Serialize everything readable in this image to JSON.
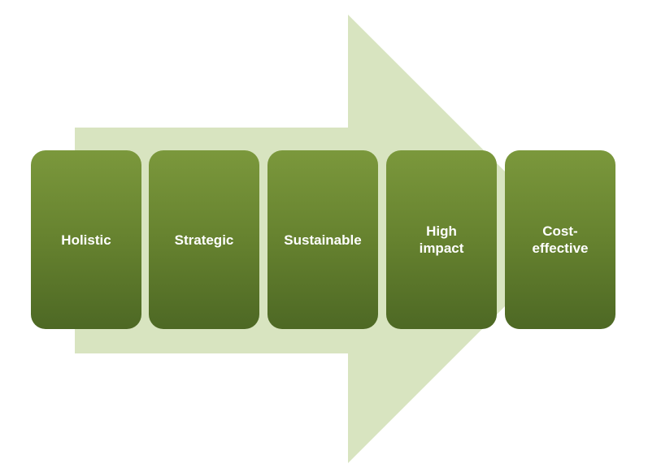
{
  "diagram": {
    "steps": [
      {
        "label": "Holistic"
      },
      {
        "label": "Strategic"
      },
      {
        "label": "Sustainable"
      },
      {
        "label": "High impact"
      },
      {
        "label": "Cost-effective"
      }
    ],
    "colors": {
      "arrow": "#d8e4c0",
      "box_top": "#7b983c",
      "box_bottom": "#4d6824",
      "text": "#ffffff"
    }
  }
}
